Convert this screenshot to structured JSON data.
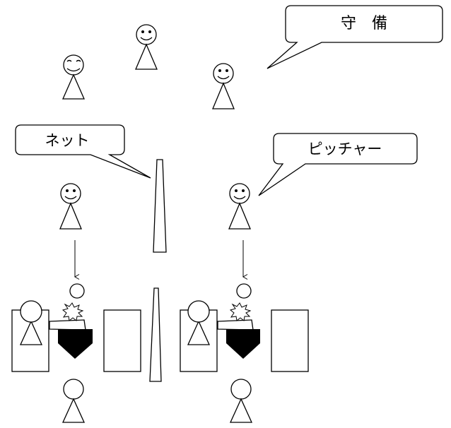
{
  "callouts": {
    "fielders": "守　備",
    "net": "ネット",
    "pitcher": "ピッチャー"
  }
}
